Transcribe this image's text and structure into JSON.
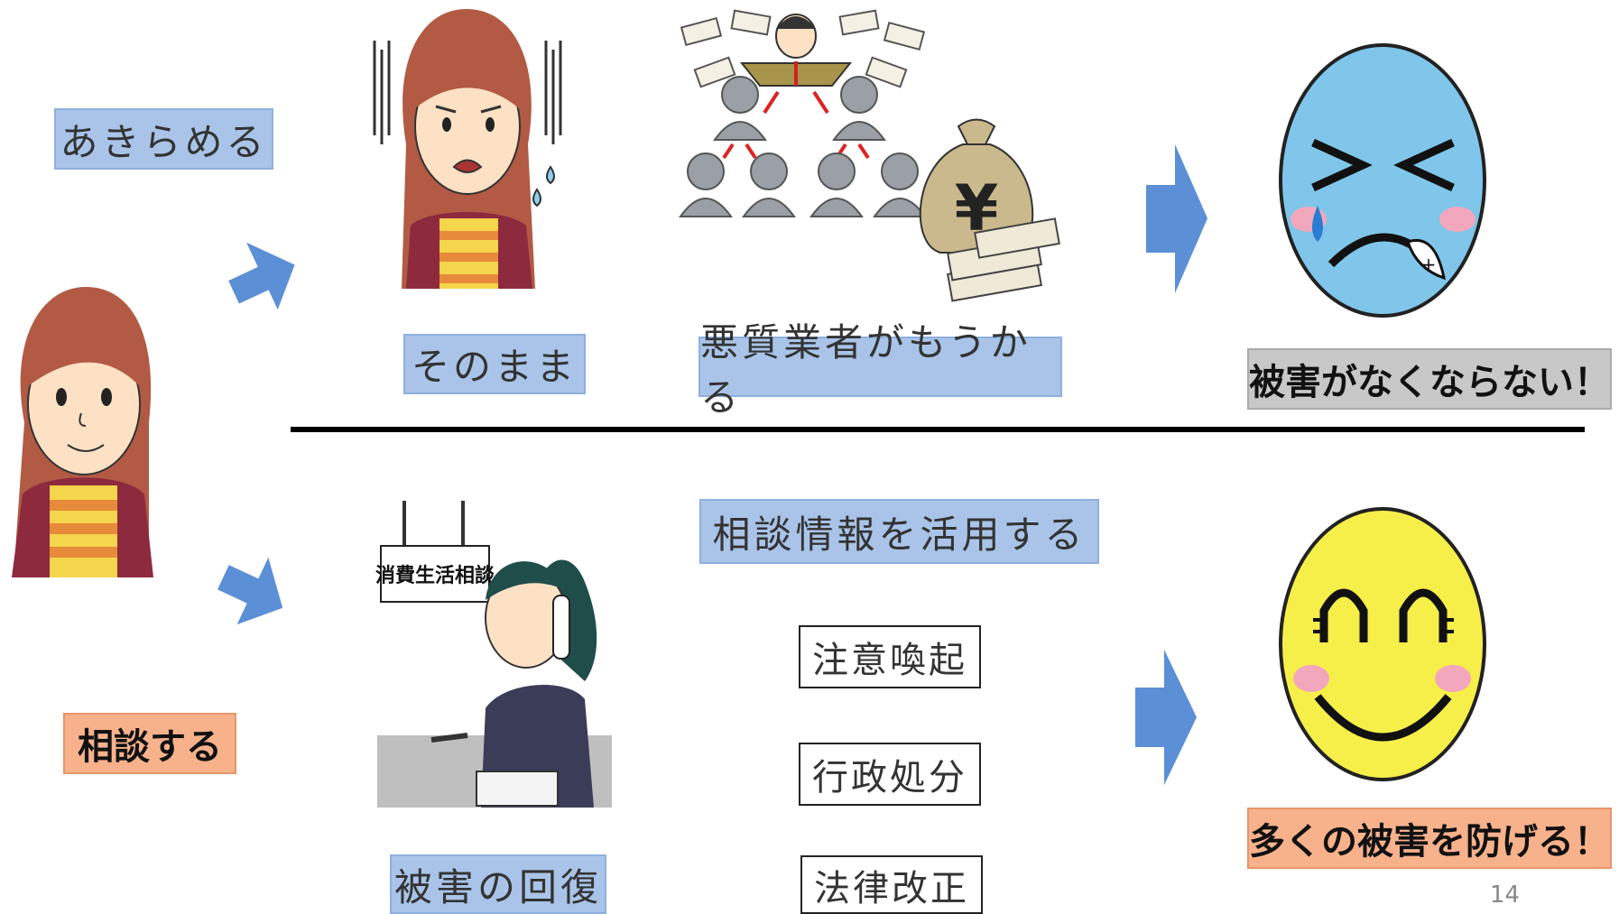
{
  "labels": {
    "give_up": "あきらめる",
    "as_is": "そのまま",
    "bad_business_profits": "悪質業者がもうかる",
    "damage_continues": "被害がなくならない！",
    "consult": "相談する",
    "use_consultation_info": "相談情報を活用する",
    "alert": "注意喚起",
    "admin_action": "行政処分",
    "law_revision": "法律改正",
    "damage_recovery": "被害の回復",
    "prevent_damage": "多くの被害を防げる！",
    "consult_sign": "消費生活相談"
  },
  "page_number": "14",
  "colors": {
    "label_blue": "#a9c4e8",
    "arrow_blue": "#5b8fd6",
    "sad_face": "#7fc6ea",
    "happy_face": "#f6ef4a",
    "gray_box": "#c8c8c8",
    "orange_box": "#f7b28c"
  }
}
